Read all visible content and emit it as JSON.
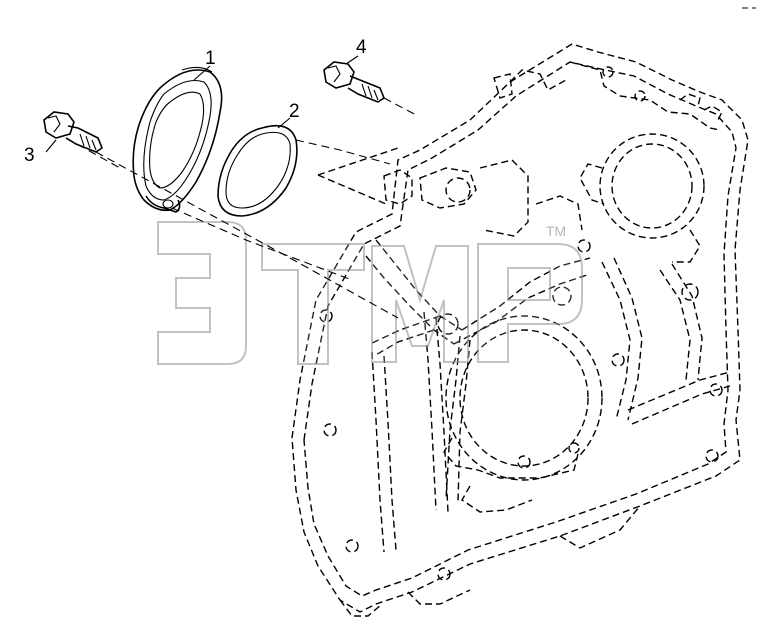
{
  "callouts": {
    "part1": "1",
    "part2": "2",
    "part3": "3",
    "part4": "4"
  },
  "watermark": {
    "label": "ЭТМР",
    "trademark": "TM"
  }
}
